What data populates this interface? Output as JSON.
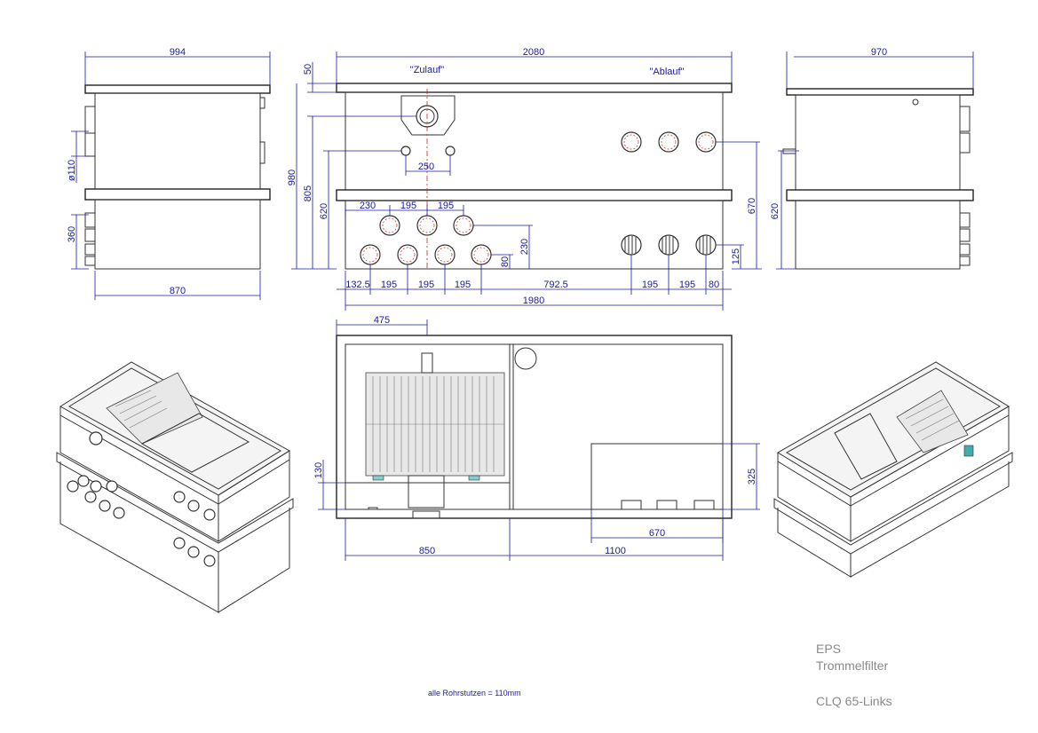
{
  "front_view": {
    "width_total": "2080",
    "lid_height": "50",
    "inlet_label": "\"Zulauf\"",
    "outlet_label": "\"Ablauf\"",
    "height_total": "980",
    "height_805": "805",
    "height_620": "620",
    "spacing_250": "250",
    "bottom_row": {
      "d230": "230",
      "d195a": "195",
      "d195b": "195",
      "d230v": "230",
      "d80": "80"
    },
    "right_heights": {
      "h670": "670",
      "h125": "125"
    },
    "chain": {
      "c1": "132.5",
      "c2": "195",
      "c3": "195",
      "c4": "195",
      "c5": "792.5",
      "c6": "195",
      "c7": "195",
      "c8": "80"
    },
    "base_length": "1980"
  },
  "left_view": {
    "width": "994",
    "pipe_dia": "ø110",
    "height": "360",
    "base": "870"
  },
  "right_view": {
    "width": "970",
    "height": "620"
  },
  "section_view": {
    "d475": "475",
    "d130": "130",
    "d325": "325",
    "d670": "670",
    "d850": "850",
    "d1100": "1100"
  },
  "notes": {
    "pipe_note": "alle Rohrstutzen =  110mm"
  },
  "title_block": {
    "line1": "EPS",
    "line2": "Trommelfilter",
    "line3": "CLQ 65-Links"
  }
}
